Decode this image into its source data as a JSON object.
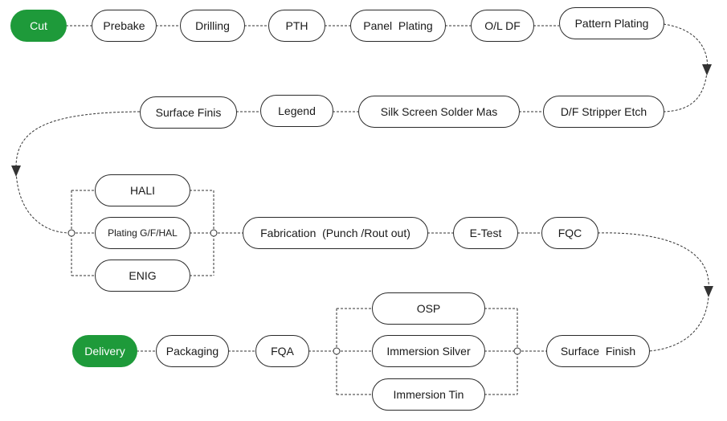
{
  "colors": {
    "terminal_fill": "#1e9a3a",
    "terminal_text": "#ffffff",
    "node_border": "#2a2a2a",
    "line": "#333333"
  },
  "nodes": {
    "cut": "Cut",
    "prebake": "Prebake",
    "drilling": "Drilling",
    "pth": "PTH",
    "panel_plating": "Panel  Plating",
    "ol_df": "O/L DF",
    "pattern_plating": "Pattern Plating",
    "df_stripper_etch": "D/F Stripper Etch",
    "silk_screen": "Silk Screen Solder Mas",
    "legend": "Legend",
    "surface_finis": "Surface Finis",
    "hali": "HALI",
    "plating_gf_hal": "Plating G/F/HAL",
    "enig": "ENIG",
    "fabrication": "Fabrication  (Punch /Rout out)",
    "e_test": "E-Test",
    "fqc": "FQC",
    "surface_finish": "Surface  Finish",
    "osp": "OSP",
    "immersion_silver": "Immersion Silver",
    "immersion_tin": "Immersion Tin",
    "fqa": "FQA",
    "packaging": "Packaging",
    "delivery": "Delivery"
  }
}
